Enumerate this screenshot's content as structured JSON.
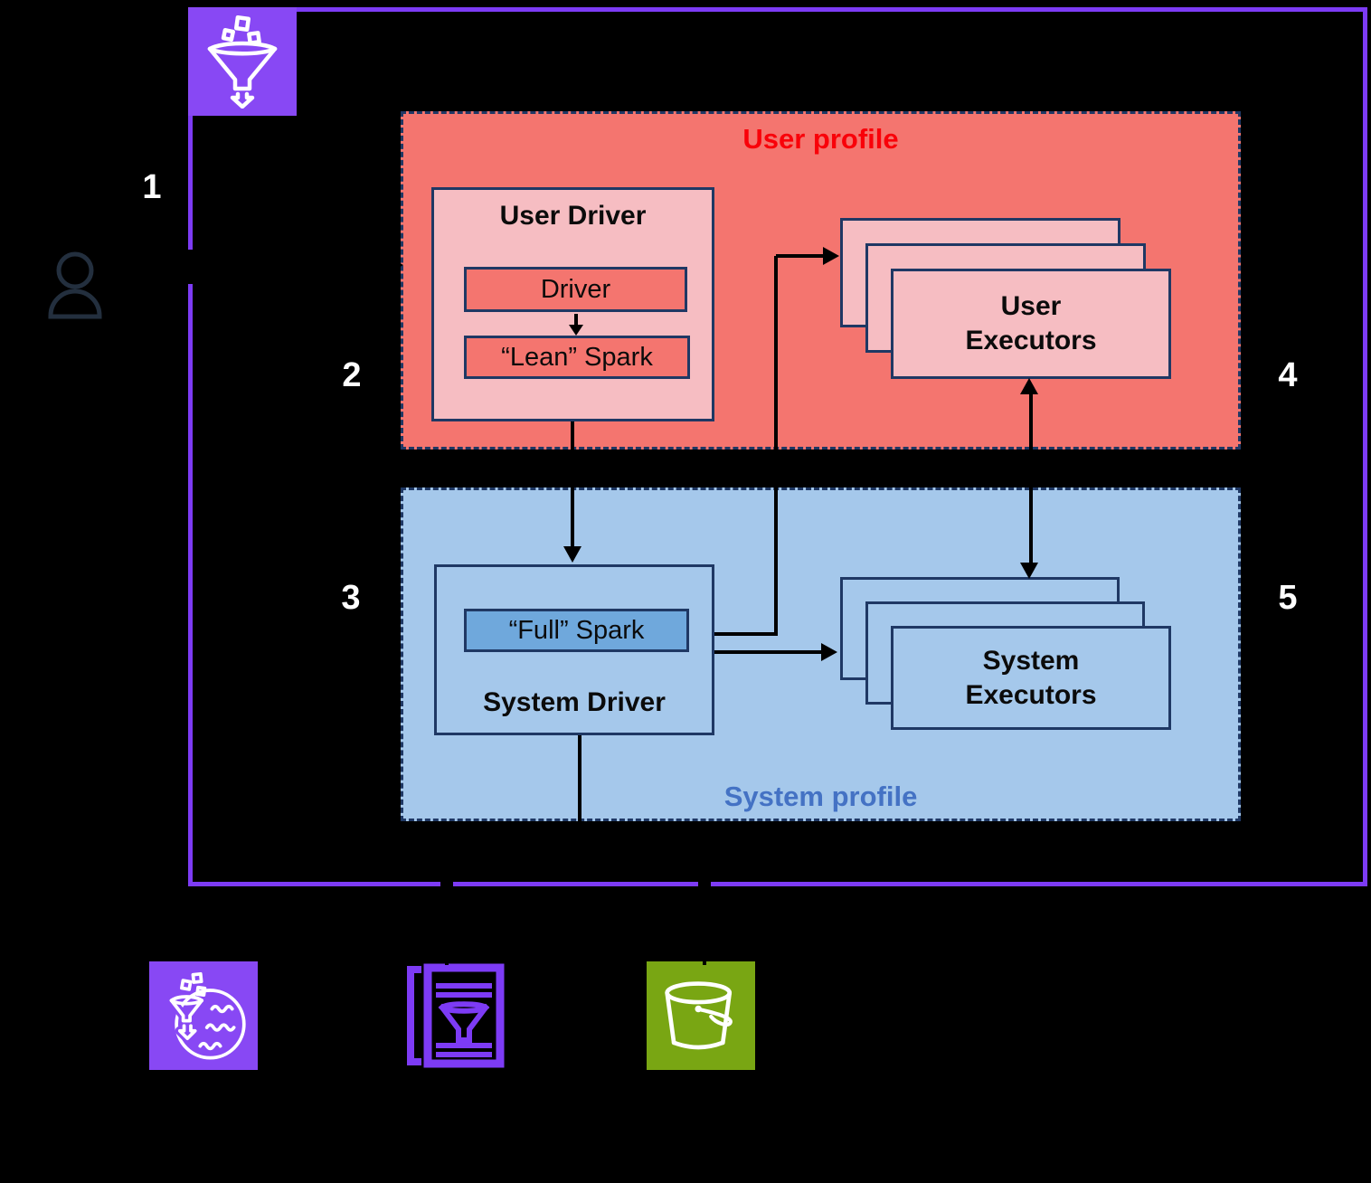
{
  "palette": {
    "frame_purple": "#7D3BF5",
    "icon_purple": "#8848F4",
    "user_zone_fill": "#F4756F",
    "user_inner_fill": "#F6BDC2",
    "user_title_red": "#F90009",
    "system_zone_fill": "#A5C8EB",
    "system_spark_fill": "#6FA8DC",
    "system_title_blue": "#4472C4",
    "box_border_navy": "#1F3864",
    "s3_green": "#79A613",
    "person_navy": "#232F3E",
    "step_number_white": "#FFFFFF",
    "connector_black": "#000000"
  },
  "zones": {
    "user": {
      "title": "User profile"
    },
    "system": {
      "title": "System profile"
    }
  },
  "boxes": {
    "user_driver": {
      "title": "User Driver"
    },
    "driver": {
      "label": "Driver"
    },
    "lean_spark": {
      "label": "“Lean” Spark"
    },
    "user_executors": {
      "label": "User\nExecutors"
    },
    "system_driver": {
      "title": "System Driver"
    },
    "full_spark": {
      "label": "“Full” Spark"
    },
    "system_executors": {
      "label": "System\nExecutors"
    }
  },
  "steps": [
    {
      "label": "1"
    },
    {
      "label": "2"
    },
    {
      "label": "3"
    },
    {
      "label": "4"
    },
    {
      "label": "5"
    }
  ],
  "icons": {
    "corner": "data-ingest-funnel-icon",
    "person": "user-person-icon",
    "bottom_left": "lake-formation-icon",
    "bottom_middle": "glue-data-catalog-icon",
    "bottom_right": "s3-bucket-icon"
  }
}
